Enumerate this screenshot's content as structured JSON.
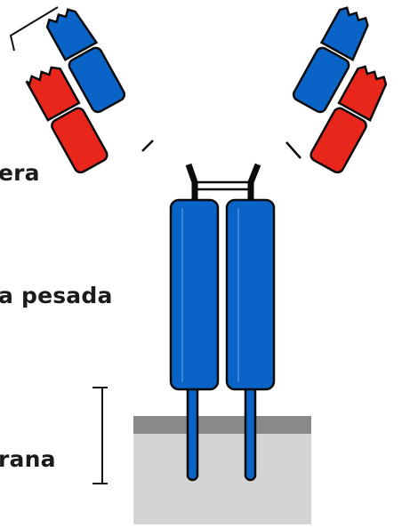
{
  "labels": {
    "light_chain": "era",
    "heavy_chain": "a pesada",
    "membrane": "rana"
  },
  "colors": {
    "heavy_domain": "#0a63c6",
    "light_domain": "#e8261b",
    "outline": "#0b0b0b",
    "membrane_fill": "#d4d4d4",
    "membrane_band": "#8a8a8a"
  }
}
